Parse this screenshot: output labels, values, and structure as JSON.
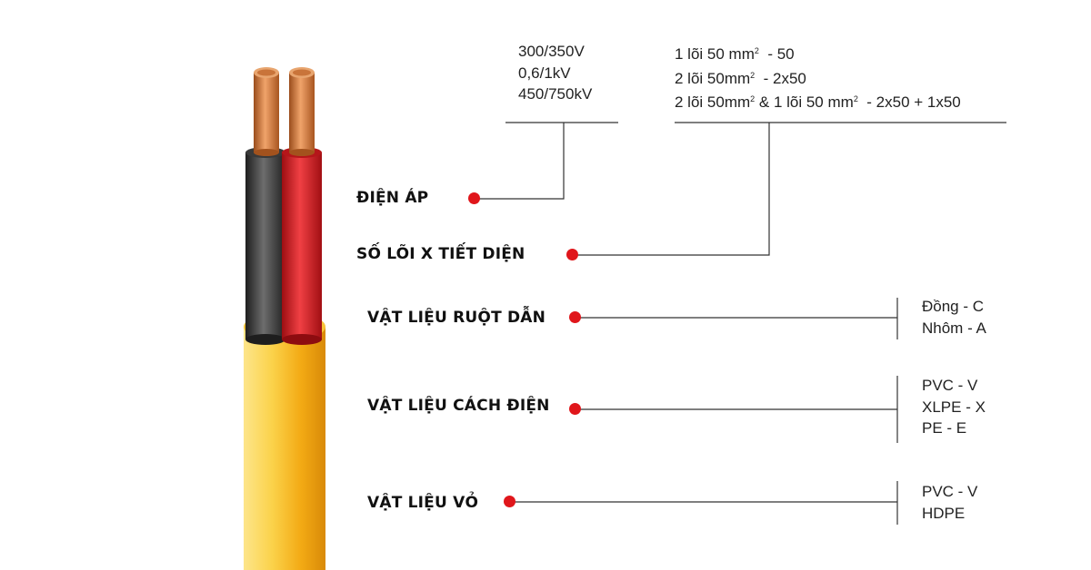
{
  "voltage_options": [
    "300/350V",
    "0,6/1kV",
    "450/750kV"
  ],
  "cores": [
    {
      "main": "1 lõi 50 mm",
      "sup": "2",
      "tail": "  - 50"
    },
    {
      "main": "2 lõi 50mm",
      "sup": "2",
      "tail": "  - 2x50"
    },
    {
      "main": "2 lõi 50mm",
      "sup": "2",
      "tail": " & 1 lõi 50 mm",
      "sup2": "2",
      "tail2": "  - 2x50 + 1x50"
    }
  ],
  "labels": {
    "voltage": "ĐIỆN ÁP",
    "cores": "SỐ LÕI X TIẾT DIỆN",
    "conductor": "VẬT LIỆU RUỘT DẪN",
    "insulation": "VẬT LIỆU CÁCH ĐIỆN",
    "sheath": "VẬT LIỆU VỎ"
  },
  "conductor_options": [
    "Đồng - C",
    "Nhôm - A"
  ],
  "insulation_options": [
    "PVC - V",
    "XLPE - X",
    "PE - E"
  ],
  "sheath_options": [
    "PVC - V",
    "HDPE"
  ],
  "colors": {
    "accent_dot": "#e0161b",
    "sheath": "#f5b21c",
    "core_red": "#d11b20",
    "core_black": "#2b2b2b",
    "copper": "#c9743a"
  }
}
